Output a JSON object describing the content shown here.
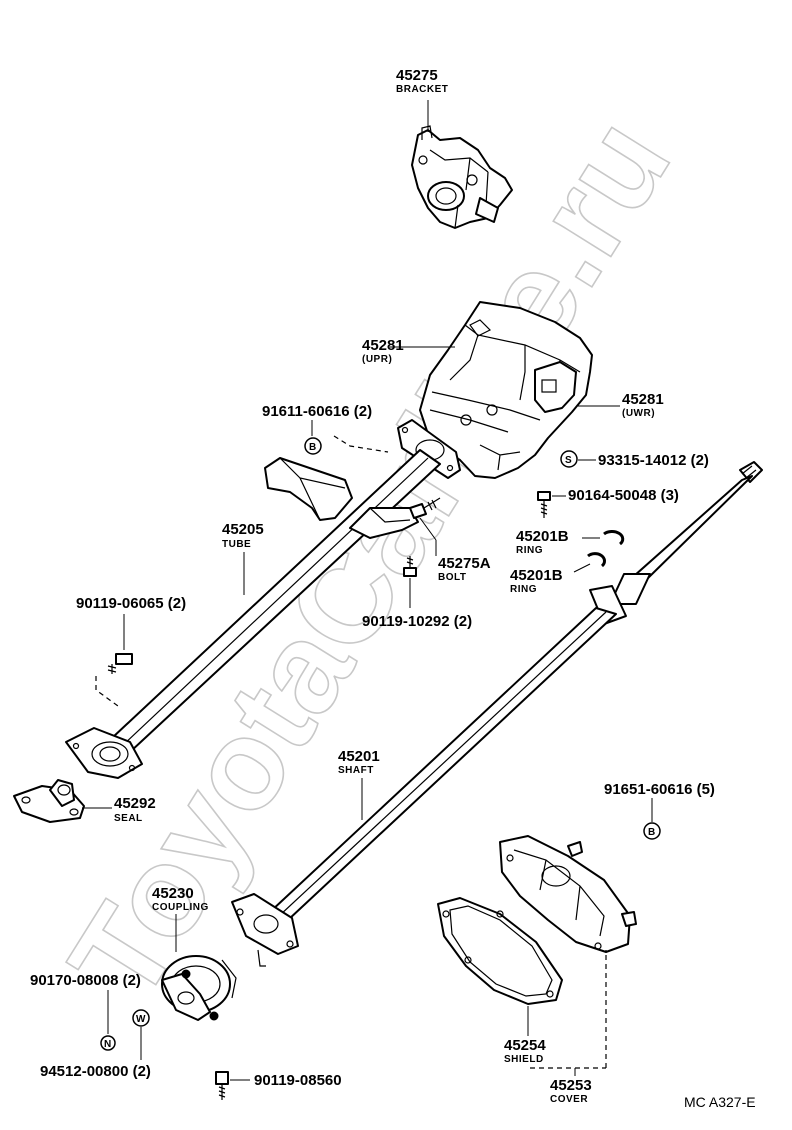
{
  "watermark": "ToyotaCarline.ru",
  "diagram_code": "MC A327-E",
  "symbols": {
    "B": "B",
    "S": "S",
    "W": "W",
    "N": "N"
  },
  "labels": {
    "bracket": {
      "number": "45275",
      "name": "BRACKET"
    },
    "cover_upr": {
      "number": "45281",
      "name": "(UPR)"
    },
    "cover_uwr": {
      "number": "45281",
      "name": "(UWR)"
    },
    "bolt_91611": {
      "number": "91611-60616 (2)"
    },
    "screw_93315": {
      "number": "93315-14012 (2)"
    },
    "bolt_90164": {
      "number": "90164-50048 (3)"
    },
    "tube": {
      "number": "45205",
      "name": "TUBE"
    },
    "ring_a": {
      "number": "45201B",
      "name": "RING"
    },
    "ring_b": {
      "number": "45201B",
      "name": "RING"
    },
    "bolt_45275a": {
      "number": "45275A",
      "name": "BOLT"
    },
    "bolt_90119_06065": {
      "number": "90119-06065 (2)"
    },
    "bolt_90119_10292": {
      "number": "90119-10292 (2)"
    },
    "shaft": {
      "number": "45201",
      "name": "SHAFT"
    },
    "seal": {
      "number": "45292",
      "name": "SEAL"
    },
    "bolt_91651": {
      "number": "91651-60616 (5)"
    },
    "coupling": {
      "number": "45230",
      "name": "COUPLING"
    },
    "nut_90170": {
      "number": "90170-08008 (2)"
    },
    "washer_94512": {
      "number": "94512-00800 (2)"
    },
    "bolt_90119_08560": {
      "number": "90119-08560"
    },
    "shield": {
      "number": "45254",
      "name": "SHIELD"
    },
    "cover": {
      "number": "45253",
      "name": "COVER"
    }
  }
}
